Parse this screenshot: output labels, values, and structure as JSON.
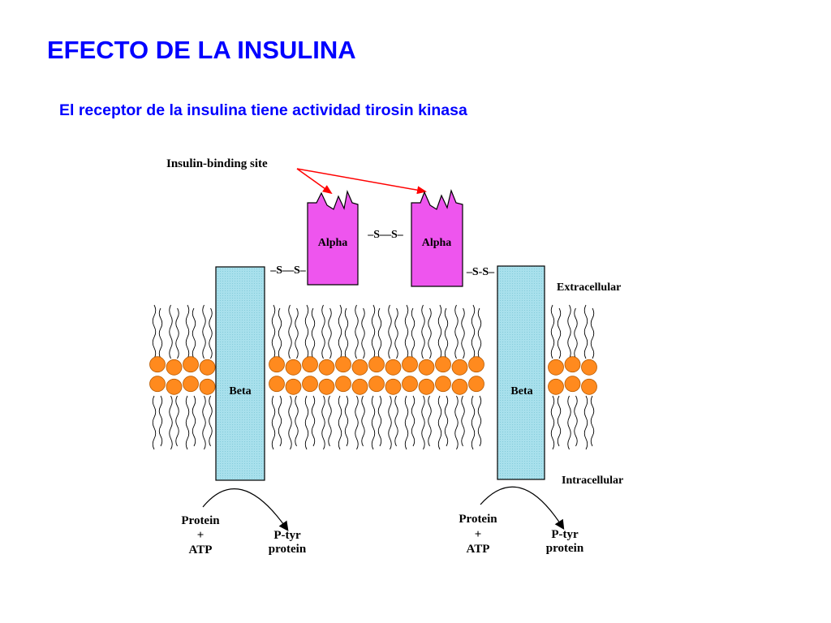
{
  "slide": {
    "title": "EFECTO DE LA INSULINA",
    "subtitle": "El receptor de la insulina tiene actividad tirosin kinasa"
  },
  "diagram": {
    "insulin_binding_label": "Insulin-binding site",
    "alpha_label": "Alpha",
    "beta_label": "Beta",
    "disulfide_label": "–S—S–",
    "disulfide_right_label": "–S-S–",
    "extracellular_label": "Extracellular",
    "intracellular_label": "Intracellular",
    "reaction": {
      "substrate_line1": "Protein",
      "substrate_plus": "+",
      "substrate_line2": "ATP",
      "product_line1": "P-tyr",
      "product_line2": "protein"
    }
  },
  "colors": {
    "title": "#0000ff",
    "alpha_fill": "#ee55ee",
    "beta_fill": "#a8e0ec",
    "head_fill": "#ff8a1e",
    "arrow_red": "#ff0000",
    "ink": "#000000"
  }
}
